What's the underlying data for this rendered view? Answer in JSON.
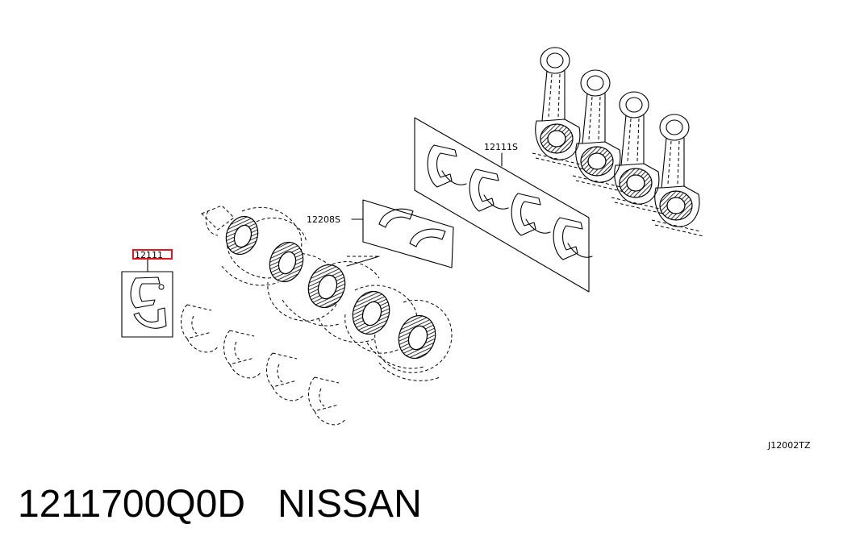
{
  "diagram": {
    "callouts": {
      "highlighted_part": "12111",
      "rod_bearing_set": "12111S",
      "thrust_washer_set": "12208S",
      "diagram_code": "J12002TZ"
    },
    "colors": {
      "highlight": "#e8141b",
      "line": "#000000",
      "background": "#ffffff"
    }
  },
  "caption": {
    "part_number": "1211700Q0D",
    "brand": "NISSAN",
    "separator": "   "
  }
}
